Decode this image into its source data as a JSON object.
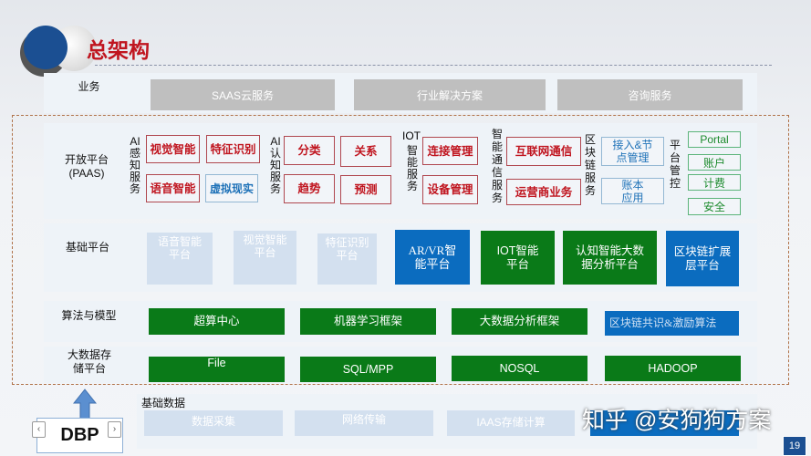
{
  "title": "总架构",
  "business": {
    "label": "业务",
    "items": [
      "SAAS云服务",
      "行业解决方案",
      "咨询服务"
    ]
  },
  "paas": {
    "label_line1": "开放平台",
    "label_line2": "(PAAS)",
    "ai_perception": {
      "label": "AI感知服务",
      "items": [
        "视觉智能",
        "特征识别",
        "语音智能",
        "虚拟现实"
      ]
    },
    "ai_cognition": {
      "label": "AI认知服务",
      "items": [
        "分类",
        "关系",
        "趋势",
        "预测"
      ]
    },
    "iot": {
      "label_top": "IOT",
      "label": "智能服务",
      "items": [
        "连接管理",
        "设备管理"
      ]
    },
    "comm": {
      "label": "智能通信服务",
      "items": [
        "互联网通信",
        "运营商业务"
      ]
    },
    "blockchain": {
      "label": "区块链服务",
      "items": [
        "接入&节点管理",
        "账本应用"
      ]
    },
    "control": {
      "label": "平台管控",
      "items": [
        "Portal",
        "账户",
        "计费",
        "安全"
      ]
    }
  },
  "base_platform": {
    "label": "基础平台",
    "light": [
      "语音智能平台",
      "视觉智能平台",
      "特征识别平台"
    ],
    "items": [
      "AR/VR智能平台",
      "IOT智能平台",
      "认知智能大数据分析平台",
      "区块链扩展层平台"
    ]
  },
  "algo": {
    "label": "算法与模型",
    "items": [
      "超算中心",
      "机器学习框架",
      "大数据分析框架",
      "区块链共识&激励算法"
    ]
  },
  "storage": {
    "label": "大数据存储平台",
    "items": [
      "File",
      "SQL/MPP",
      "NOSQL",
      "HADOOP"
    ]
  },
  "base_data": {
    "label": "基础数据",
    "items": [
      "数据采集",
      "网络传输",
      "IAAS存储计算"
    ]
  },
  "dbp": "DBP",
  "watermark": "知乎 @安狗狗方案",
  "page_number": "19",
  "colors": {
    "red": "#c0151f",
    "green": "#0a7a18",
    "blue": "#0b6cbf"
  }
}
